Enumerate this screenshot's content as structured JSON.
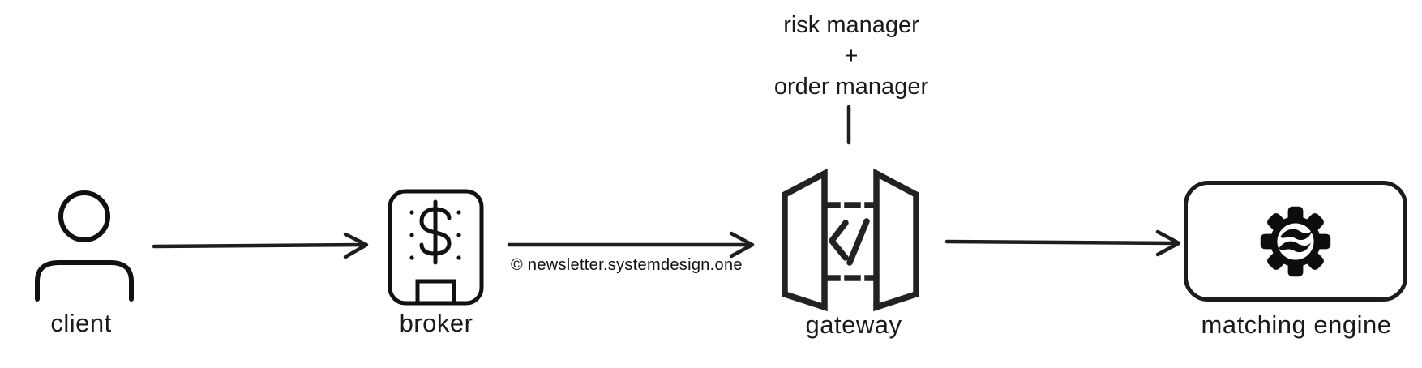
{
  "diagram": {
    "background": "#ffffff",
    "stroke_color": "#1e1e1e",
    "watermark": "© newsletter.systemdesign.one",
    "nodes": {
      "client": {
        "label": "client",
        "icon": "person-icon"
      },
      "broker": {
        "label": "broker",
        "icon": "bank-dollar-icon",
        "icon_glyph": "$"
      },
      "gateway": {
        "label": "gateway",
        "icon": "gateway-doors-icon",
        "icon_glyph": "</"
      },
      "matching_engine": {
        "label": "matching engine",
        "icon": "gear-waves-icon"
      }
    },
    "annotation": {
      "line1": "risk manager",
      "line2": "+",
      "line3": "order manager"
    },
    "edges": [
      {
        "from": "client",
        "to": "broker"
      },
      {
        "from": "broker",
        "to": "gateway"
      },
      {
        "from": "gateway",
        "to": "matching engine"
      },
      {
        "from": "risk manager + order manager",
        "to": "gateway"
      }
    ]
  }
}
